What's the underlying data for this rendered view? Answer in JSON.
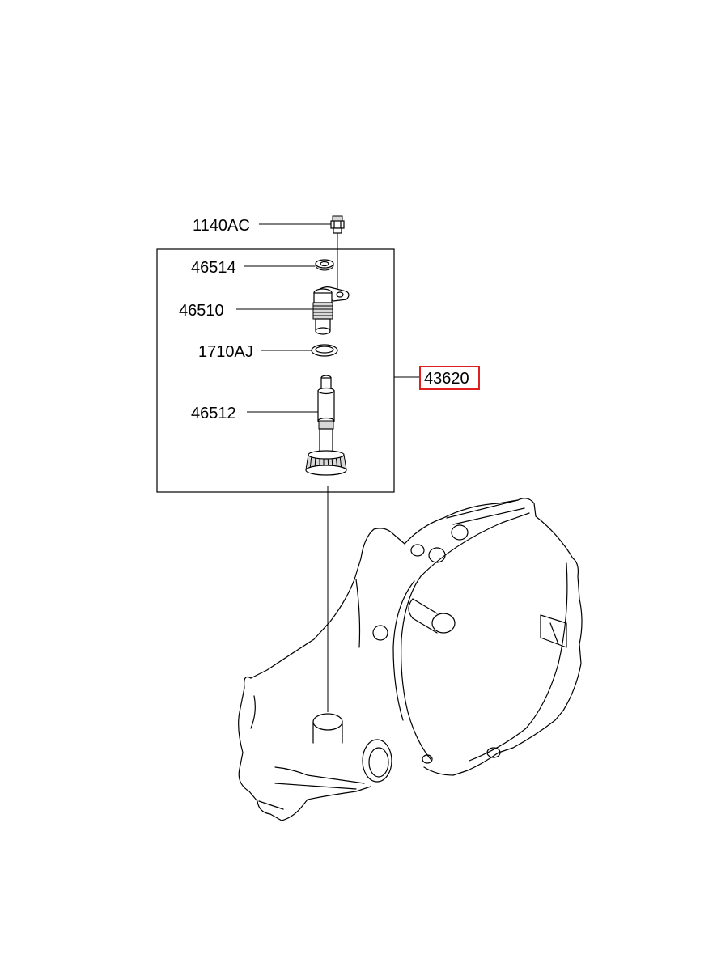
{
  "parts": [
    {
      "id": "bolt",
      "label": "1140AC"
    },
    {
      "id": "oil-seal",
      "label": "46514"
    },
    {
      "id": "driven-gear-sleeve",
      "label": "46510"
    },
    {
      "id": "o-ring",
      "label": "1710AJ"
    },
    {
      "id": "driven-gear-shaft",
      "label": "46512"
    }
  ],
  "assembly": {
    "label": "43620",
    "highlight_color": "#e02020"
  }
}
